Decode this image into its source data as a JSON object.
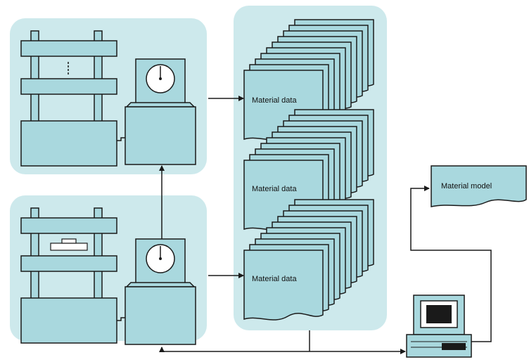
{
  "labels": {
    "material_data_1": "Material data",
    "material_data_2": "Material data",
    "material_data_3": "Material data",
    "material_model": "Material model"
  },
  "colors": {
    "background": "#ffffff",
    "panel": "#cde9ec",
    "fill": "#a9d8de",
    "line": "#1a1a1a"
  },
  "icons": [
    "testing-machine",
    "dial-gauge",
    "data-sheet-stack",
    "computer-workstation",
    "arrow"
  ]
}
